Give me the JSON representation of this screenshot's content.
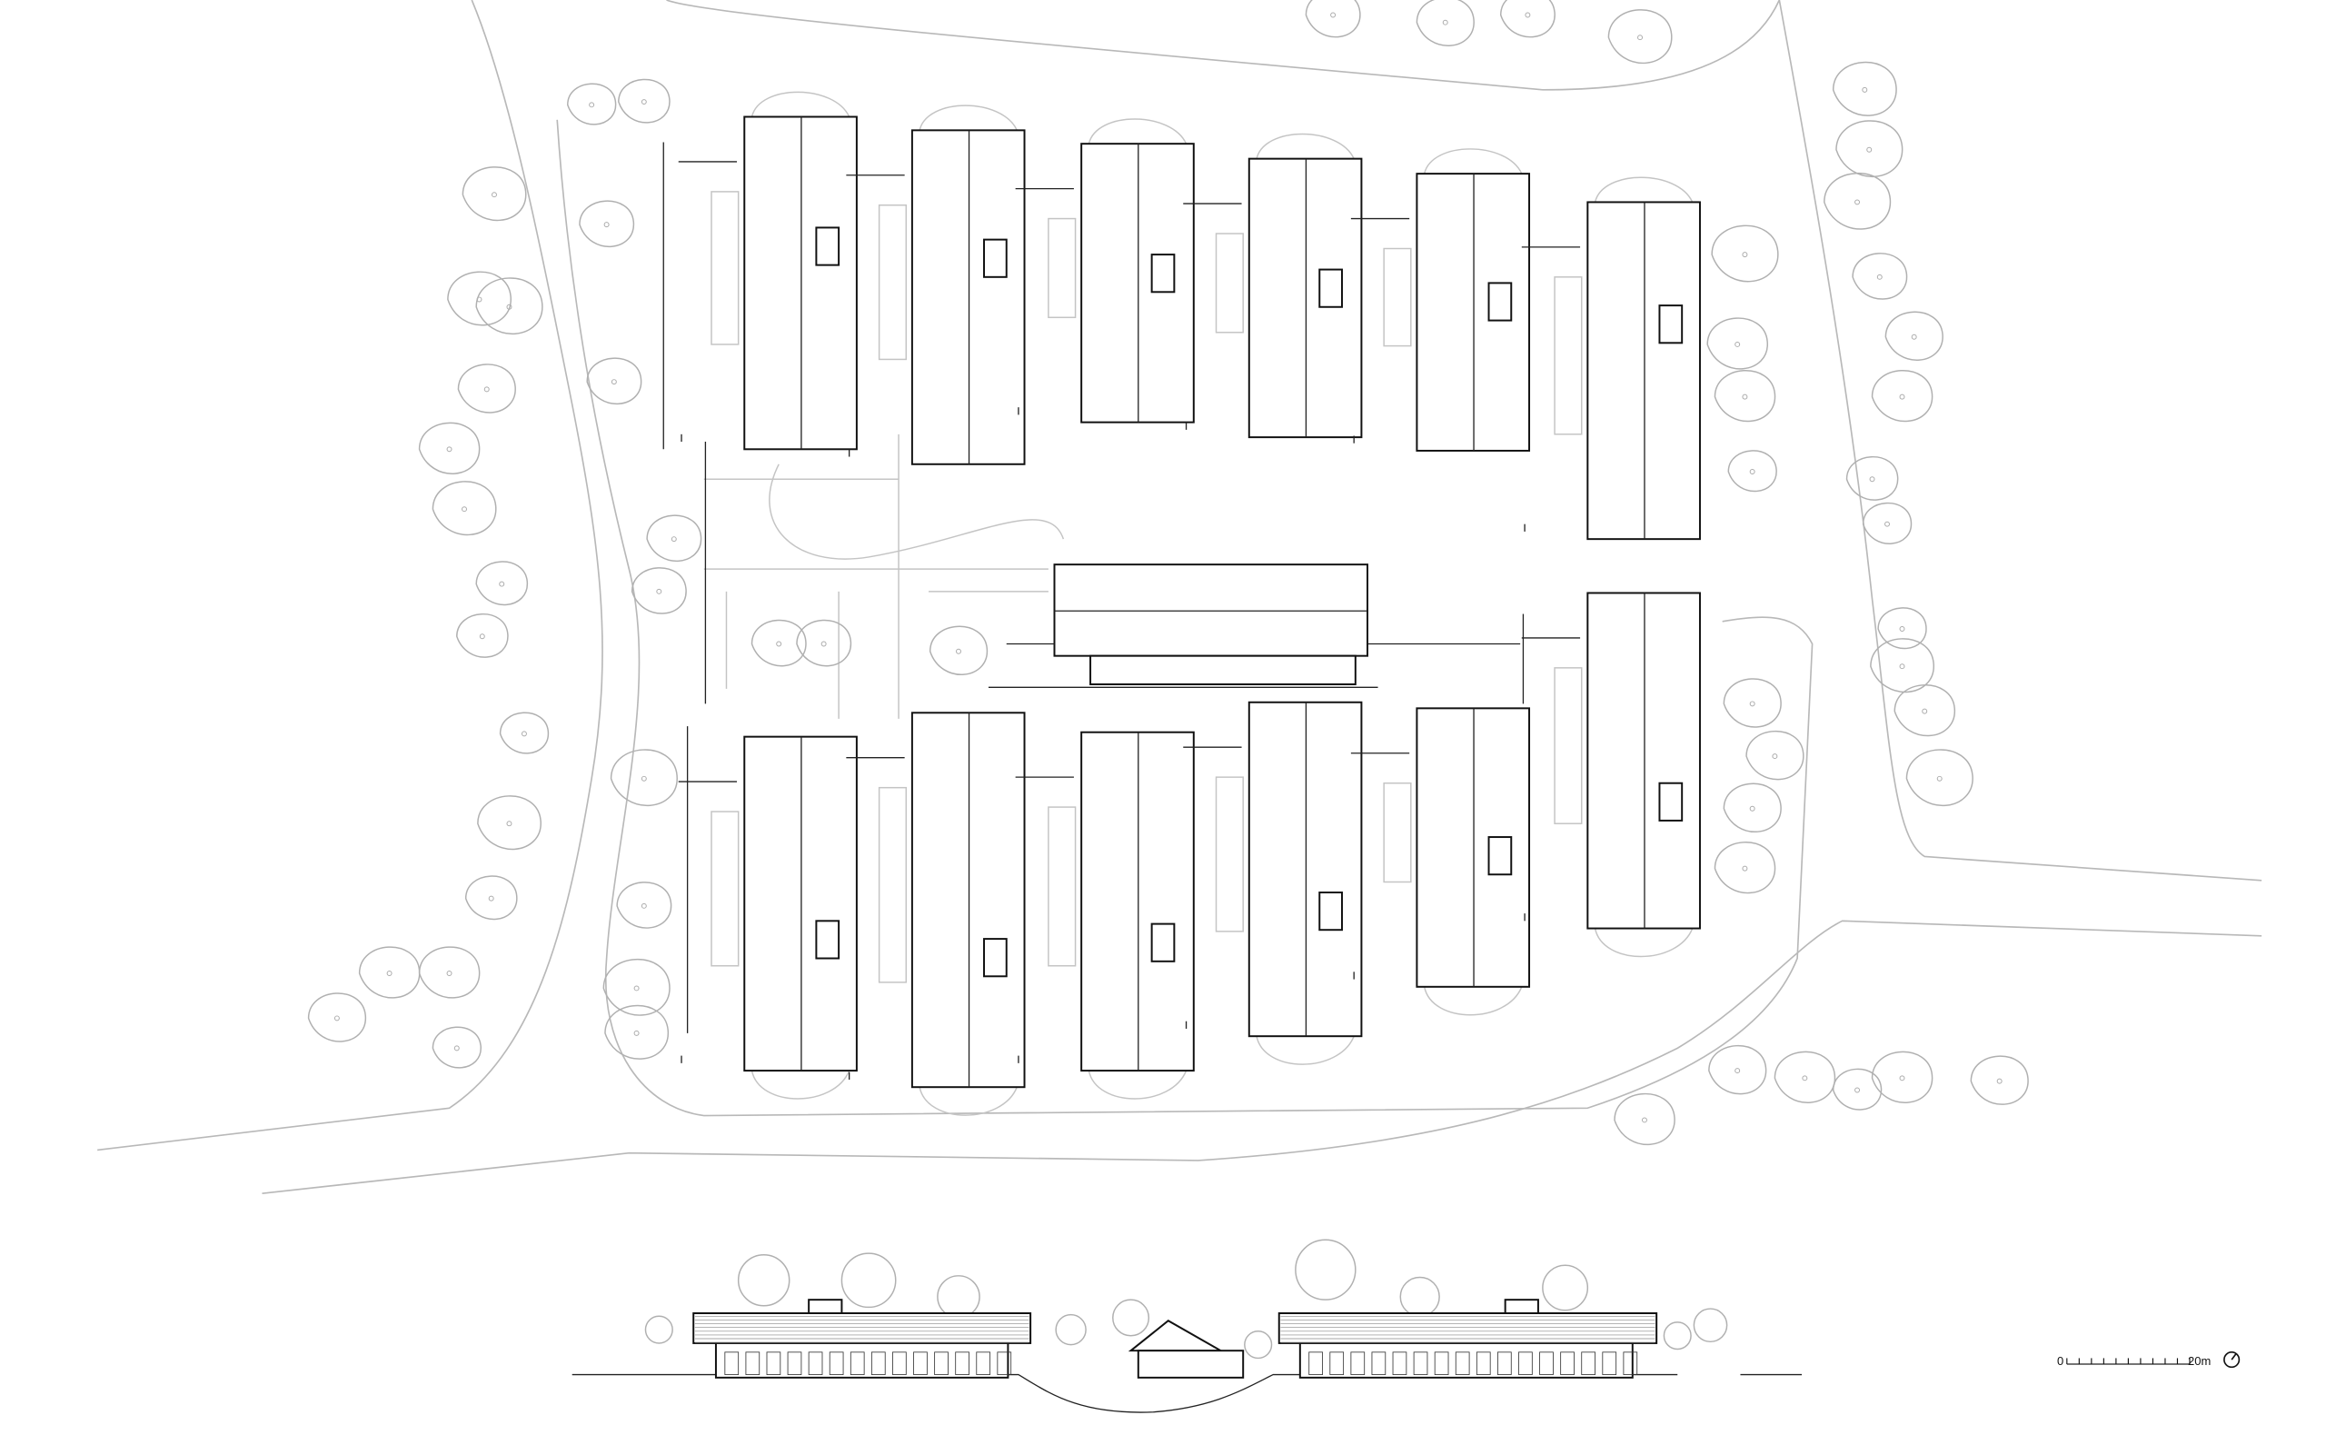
{
  "drawing": {
    "type": "site plan with elevation",
    "buildings_top_row": 6,
    "buildings_bottom_row": 6,
    "central_building": 1
  },
  "scale_bar": {
    "start_label": "0",
    "end_label": "20m",
    "ticks": 10
  },
  "north_arrow": {
    "icon": "north-arrow-icon"
  },
  "colors": {
    "lines": "#111111",
    "landscape": "#b8b8b8"
  }
}
